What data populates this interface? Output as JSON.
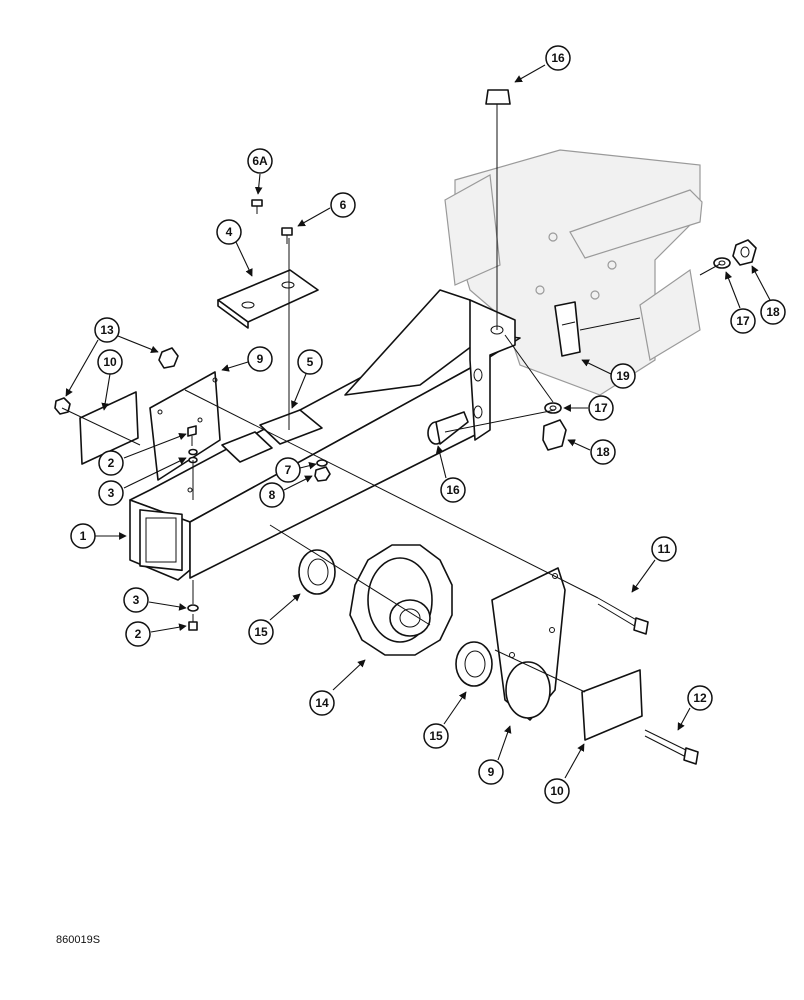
{
  "callouts": {
    "c1": "1",
    "c2a": "2",
    "c2b": "2",
    "c3a": "3",
    "c3b": "3",
    "c4": "4",
    "c5": "5",
    "c6": "6",
    "c6a": "6A",
    "c7": "7",
    "c8": "8",
    "c9a": "9",
    "c9b": "9",
    "c10a": "10",
    "c10b": "10",
    "c11": "11",
    "c12": "12",
    "c13": "13",
    "c14": "14",
    "c15a": "15",
    "c15b": "15",
    "c16a": "16",
    "c16b": "16",
    "c17a": "17",
    "c17b": "17",
    "c18a": "18",
    "c18b": "18",
    "c19": "19"
  },
  "figure_ref": "860019S"
}
